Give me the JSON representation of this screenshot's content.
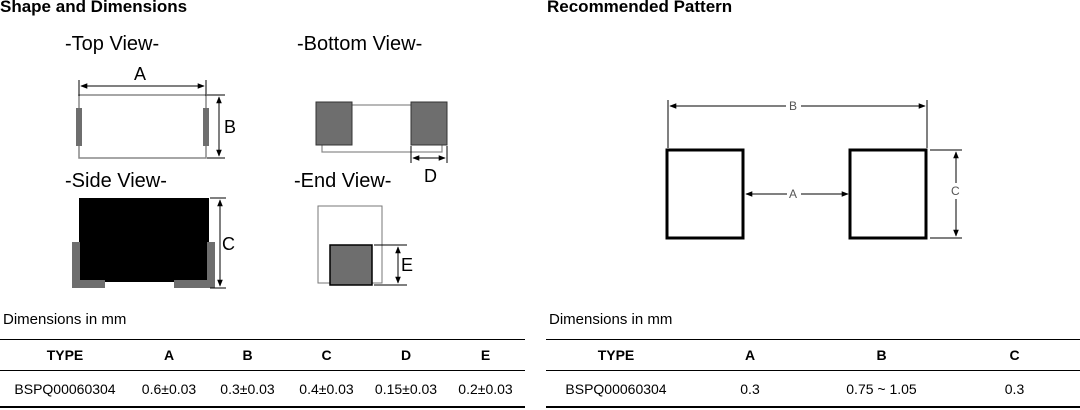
{
  "left": {
    "title": "Shape and Dimensions",
    "views": {
      "top": "-Top View-",
      "bottom": "-Bottom View-",
      "side": "-Side View-",
      "end": "-End View-"
    },
    "dim_letters": {
      "a": "A",
      "b": "B",
      "c": "C",
      "d": "D",
      "e": "E"
    },
    "caption": "Dimensions in mm",
    "table": {
      "headers": [
        "TYPE",
        "A",
        "B",
        "C",
        "D",
        "E"
      ],
      "row": [
        "BSPQ00060304",
        "0.6±0.03",
        "0.3±0.03",
        "0.4±0.03",
        "0.15±0.03",
        "0.2±0.03"
      ]
    }
  },
  "right": {
    "title": "Recommended Pattern",
    "dim_letters": {
      "a": "A",
      "b": "B",
      "c": "C"
    },
    "caption": "Dimensions in mm",
    "table": {
      "headers": [
        "TYPE",
        "A",
        "B",
        "C"
      ],
      "row": [
        "BSPQ00060304",
        "0.3",
        "0.75 ~ 1.05",
        "0.3"
      ]
    }
  },
  "colors": {
    "pad": "#6e6e6e",
    "body": "#000000",
    "outline": "#777777"
  }
}
